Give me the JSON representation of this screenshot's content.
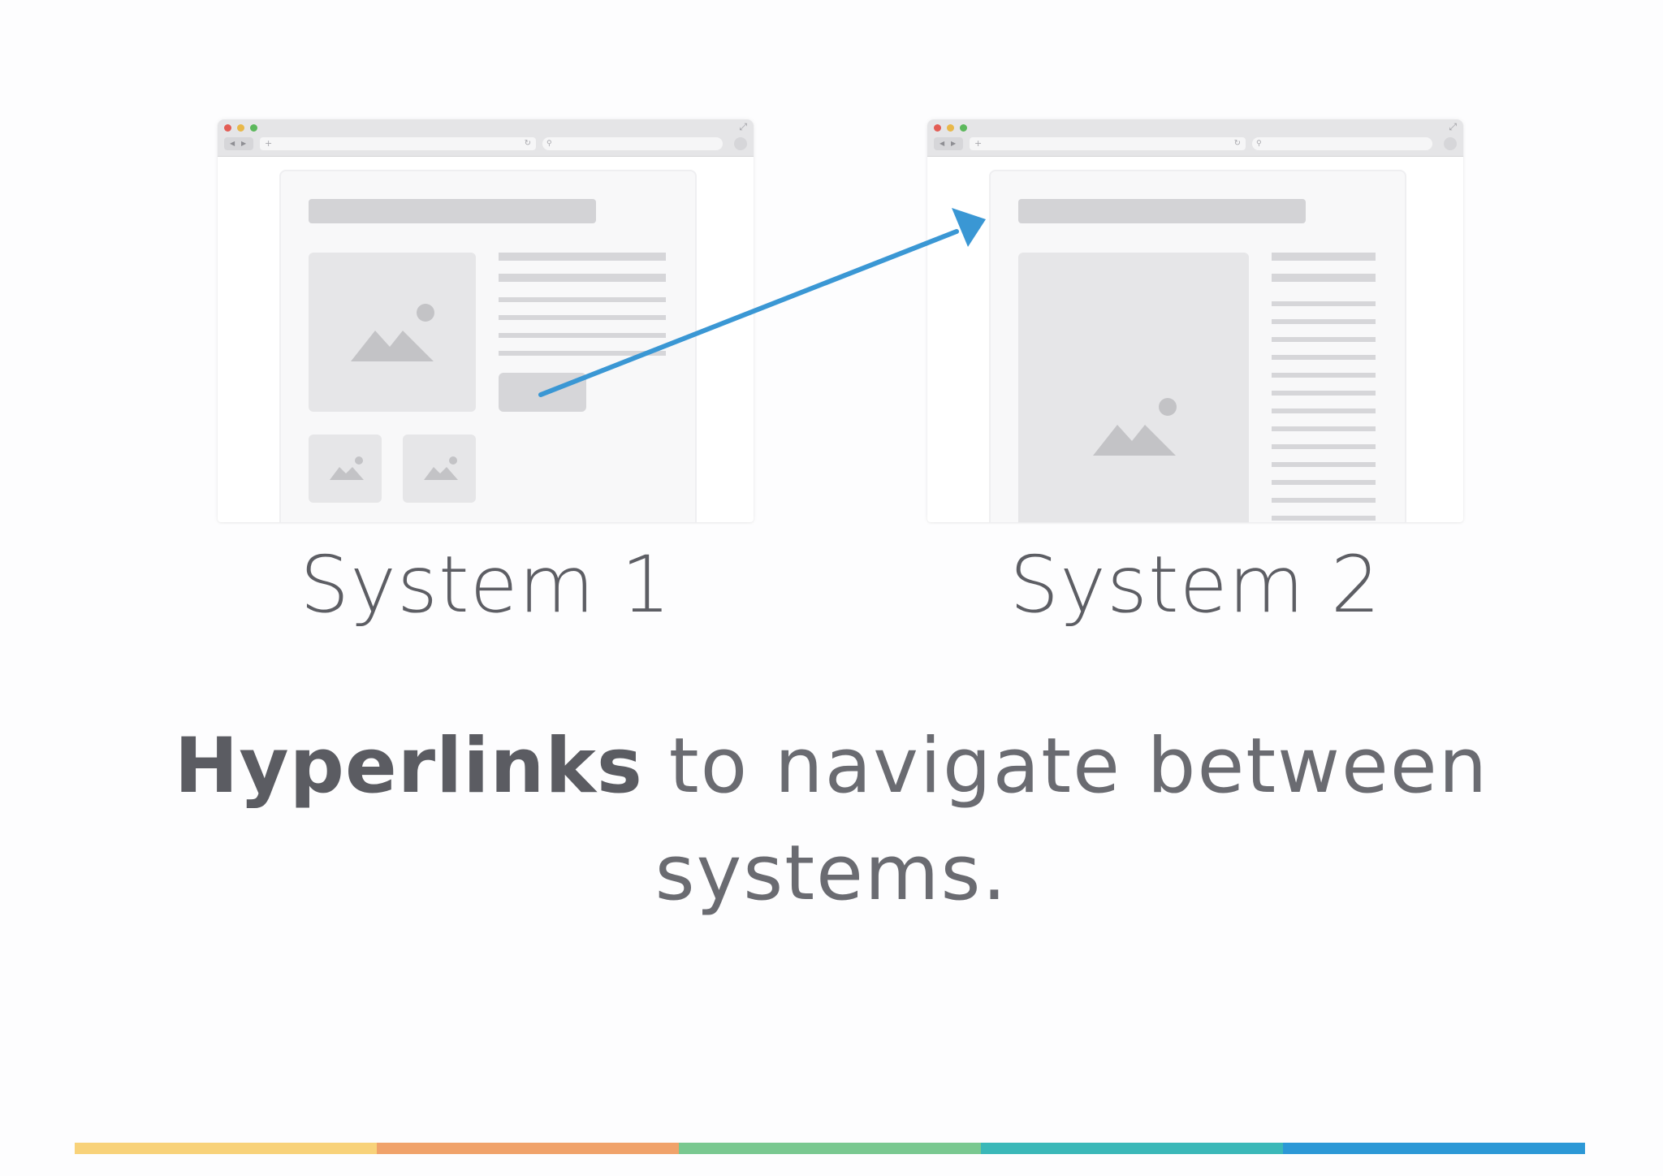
{
  "diagram": {
    "systems": [
      {
        "id": "system-1",
        "label": "System 1"
      },
      {
        "id": "system-2",
        "label": "System 2"
      }
    ],
    "headline": {
      "bold": "Hyperlinks",
      "line1_rest": " to navigate between",
      "line2": "systems."
    },
    "arrow": {
      "from": "system-1",
      "to": "system-2",
      "color": "#3a97d4"
    }
  },
  "colors": {
    "stripe": [
      "#f8d27a",
      "#f0a26a",
      "#79c890",
      "#3ab8b8",
      "#2c98d6"
    ],
    "caption_text": "#5d5e64",
    "placeholder": "#d3d3d6"
  }
}
